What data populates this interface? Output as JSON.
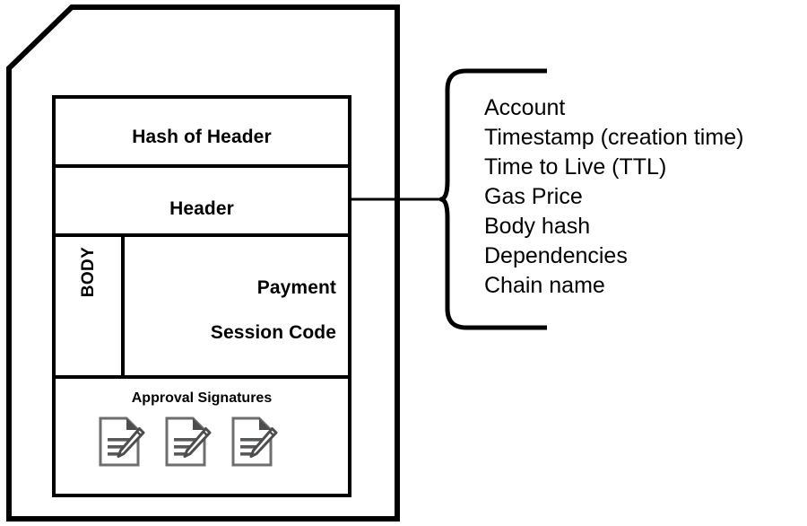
{
  "diagram": {
    "title": "Deploy structure diagram",
    "envelope": {
      "name": "deploy-envelope",
      "shape": "chamfered-rectangle"
    },
    "sections": [
      {
        "id": "hash-of-header",
        "label": "Hash of Header"
      },
      {
        "id": "header",
        "label": "Header"
      },
      {
        "id": "body",
        "label": "BODY",
        "orientation": "vertical",
        "items": [
          {
            "id": "payment",
            "label": "Payment"
          },
          {
            "id": "session-code",
            "label": "Session Code"
          }
        ]
      },
      {
        "id": "approval-signatures",
        "label": "Approval Signatures",
        "icon": "document-signature-icon",
        "icon_count": 3
      }
    ],
    "callout": {
      "name": "header-fields-brace",
      "icon": "curly-brace-icon",
      "source_section": "header",
      "fields": [
        "Account",
        "Timestamp (creation time)",
        "Time to Live (TTL)",
        "Gas Price",
        "Body hash",
        "Dependencies",
        "Chain name"
      ]
    },
    "colors": {
      "stroke": "#000000",
      "background": "#ffffff",
      "icon_stroke": "#58595b",
      "icon_fold": "#4d4d4f"
    }
  }
}
